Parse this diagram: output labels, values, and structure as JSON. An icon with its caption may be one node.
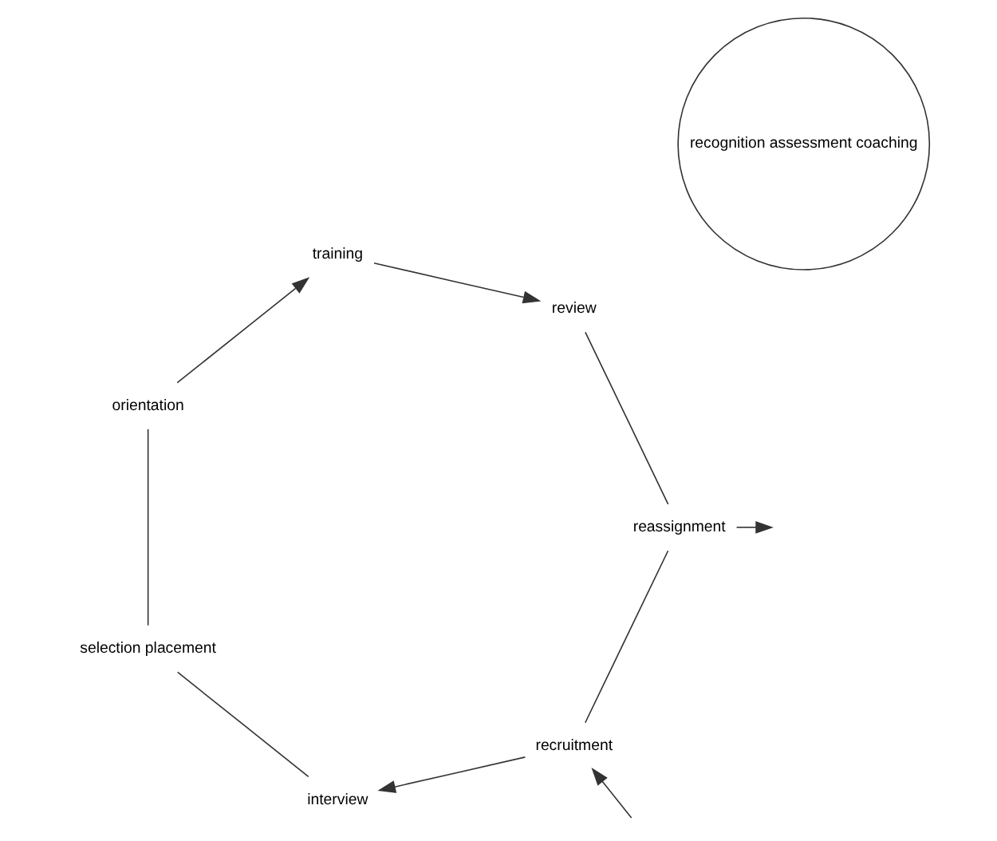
{
  "diagram": {
    "nodes": [
      {
        "text": [
          "recruitment"
        ]
      },
      {
        "text": [
          "interview"
        ]
      },
      {
        "text": [
          "selection placement"
        ]
      },
      {
        "text": [
          "orientation"
        ]
      },
      {
        "text": [
          "training"
        ]
      },
      {
        "text": [
          "review"
        ]
      },
      {
        "text": [
          "reassignment"
        ]
      },
      {
        "text": [
          "recognition assessment coaching"
        ]
      }
    ],
    "edges": [
      {
        "from": null,
        "to": 0,
        "arrow": "to"
      },
      {
        "from": 0,
        "to": 1,
        "arrow": "to"
      },
      {
        "from": 1,
        "to": 2,
        "arrow": "none"
      },
      {
        "from": 2,
        "to": 3,
        "arrow": "none"
      },
      {
        "from": 3,
        "to": 4,
        "arrow": "to"
      },
      {
        "from": 4,
        "to": 5,
        "arrow": "to"
      },
      {
        "from": 5,
        "to": 6,
        "arrow": "none"
      },
      {
        "from": 6,
        "to": 0,
        "arrow": "none"
      },
      {
        "from": 6,
        "to": null,
        "arrow": "to"
      }
    ]
  }
}
